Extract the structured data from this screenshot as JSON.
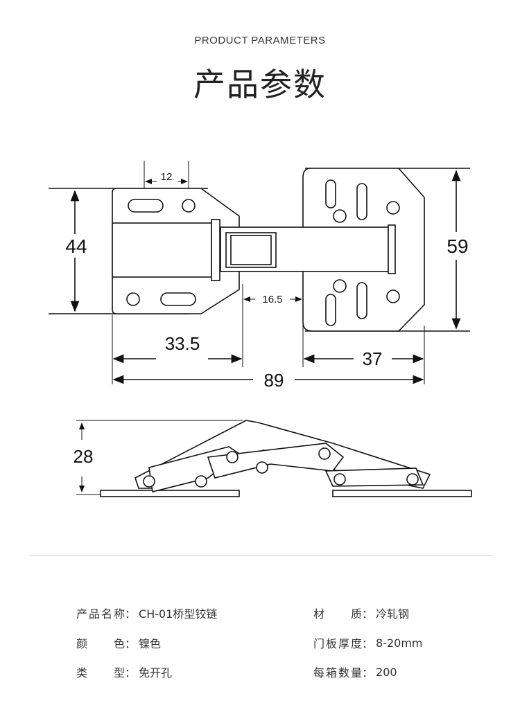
{
  "header": {
    "subtitle": "PRODUCT PARAMETERS",
    "title": "产品参数"
  },
  "diagram": {
    "top_view_dimensions": {
      "hole_spacing": "12",
      "left_height": "44",
      "right_height": "59",
      "gap": "16.5",
      "left_width": "33.5",
      "right_width": "37",
      "total_width": "89"
    },
    "side_view_dimensions": {
      "height": "28"
    }
  },
  "specs": [
    {
      "label": "产品名称",
      "value": "CH-01桥型铰链"
    },
    {
      "label": "材质",
      "value": "冷轧钢"
    },
    {
      "label": "颜色",
      "value": "镍色"
    },
    {
      "label": "门板厚度",
      "value": "8-20mm"
    },
    {
      "label": "类型",
      "value": "免开孔"
    },
    {
      "label": "每箱数量",
      "value": "200"
    }
  ],
  "colon": "："
}
